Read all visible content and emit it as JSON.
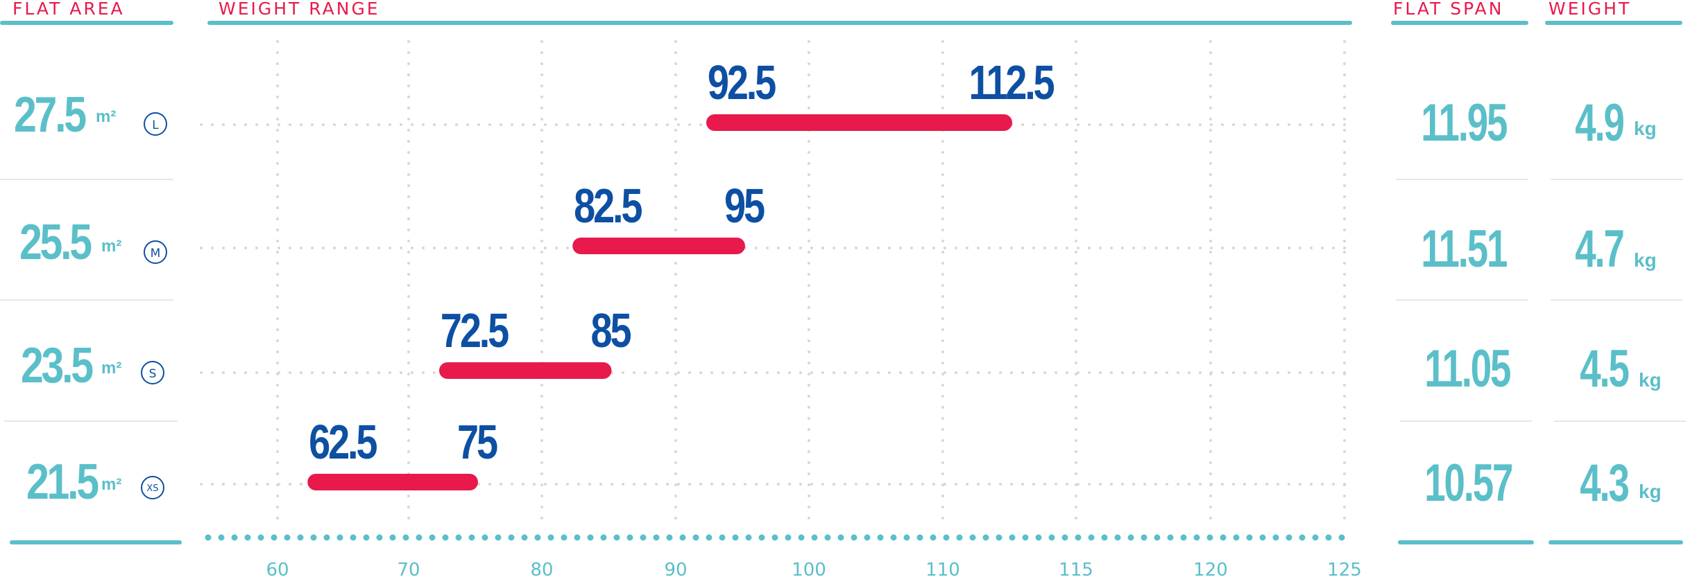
{
  "headers": {
    "flat_area": "FLAT AREA",
    "weight_range": "WEIGHT RANGE",
    "flat_span": "FLAT SPAN",
    "weight": "WEIGHT"
  },
  "colors": {
    "accent_teal": "#5bbfc9",
    "header_red": "#e8194b",
    "bar_red": "#e8194b",
    "number_blue": "#0d4fa3",
    "grid": "#ddd6cc"
  },
  "rows": [
    {
      "area": "27.5",
      "unit": "m²",
      "size": "L",
      "span": "11.95",
      "weight": "4.9",
      "weight_unit": "kg"
    },
    {
      "area": "25.5",
      "unit": "m²",
      "size": "M",
      "span": "11.51",
      "weight": "4.7",
      "weight_unit": "kg"
    },
    {
      "area": "23.5",
      "unit": "m²",
      "size": "S",
      "span": "11.05",
      "weight": "4.5",
      "weight_unit": "kg"
    },
    {
      "area": "21.5",
      "unit": "m²",
      "size": "XS",
      "span": "10.57",
      "weight": "4.3",
      "weight_unit": "kg"
    }
  ],
  "chart_data": {
    "type": "bar",
    "orientation": "horizontal-range",
    "categories": [
      "L",
      "M",
      "S",
      "XS"
    ],
    "series": [
      {
        "values": [
          [
            92.5,
            112.5
          ],
          [
            82.5,
            95
          ],
          [
            72.5,
            85
          ],
          [
            62.5,
            75
          ]
        ]
      }
    ],
    "range_labels": [
      [
        "92.5",
        "112.5"
      ],
      [
        "82.5",
        "95"
      ],
      [
        "72.5",
        "85"
      ],
      [
        "62.5",
        "75"
      ]
    ],
    "x_ticks": [
      60,
      70,
      80,
      90,
      100,
      110,
      115,
      120,
      125
    ],
    "x_tick_labels": [
      "60",
      "70",
      "80",
      "90",
      "100",
      "110",
      "115",
      "120",
      "125"
    ],
    "grid": true
  }
}
